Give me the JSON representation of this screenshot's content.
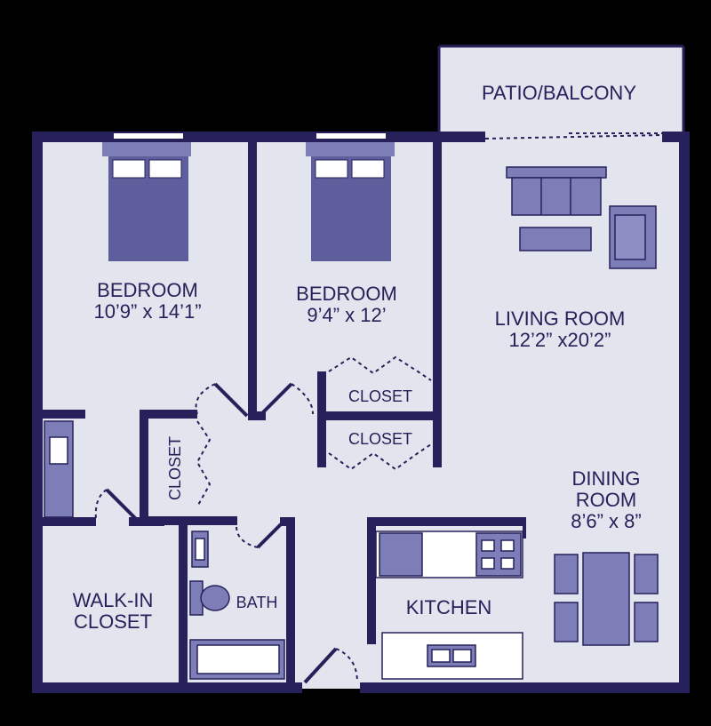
{
  "colors": {
    "background": "#000000",
    "floor": "#e3e5ee",
    "wall": "#26215a",
    "furniture": "#7d7db8",
    "furniture_dark": "#5e5e9c",
    "pillow": "#ffffff",
    "counter": "#ffffff"
  },
  "rooms": {
    "patio": {
      "name": "PATIO/BALCONY"
    },
    "bedroom1": {
      "name": "BEDROOM",
      "size": "10’9” x 14’1”"
    },
    "bedroom2": {
      "name": "BEDROOM",
      "size": "9’4” x 12’"
    },
    "living": {
      "name": "LIVING ROOM",
      "size": "12’2” x20’2”"
    },
    "dining": {
      "name_line1": "DINING",
      "name_line2": "ROOM",
      "size": "8’6” x 8”"
    },
    "closet_upper": {
      "name": "CLOSET"
    },
    "closet_lower": {
      "name": "CLOSET"
    },
    "closet_hall": {
      "name": "CLOSET"
    },
    "walkin": {
      "name_line1": "WALK-IN",
      "name_line2": "CLOSET"
    },
    "bath": {
      "name": "BATH"
    },
    "kitchen": {
      "name": "KITCHEN"
    }
  },
  "icons": {
    "bed": "bed-icon",
    "sofa": "sofa-icon",
    "armchair": "armchair-icon",
    "coffee_table": "coffee-table-icon",
    "dining_table": "dining-table-icon",
    "stove": "stove-icon",
    "sink": "sink-icon",
    "toilet": "toilet-icon",
    "bathtub": "bathtub-icon",
    "refrigerator": "refrigerator-icon"
  }
}
